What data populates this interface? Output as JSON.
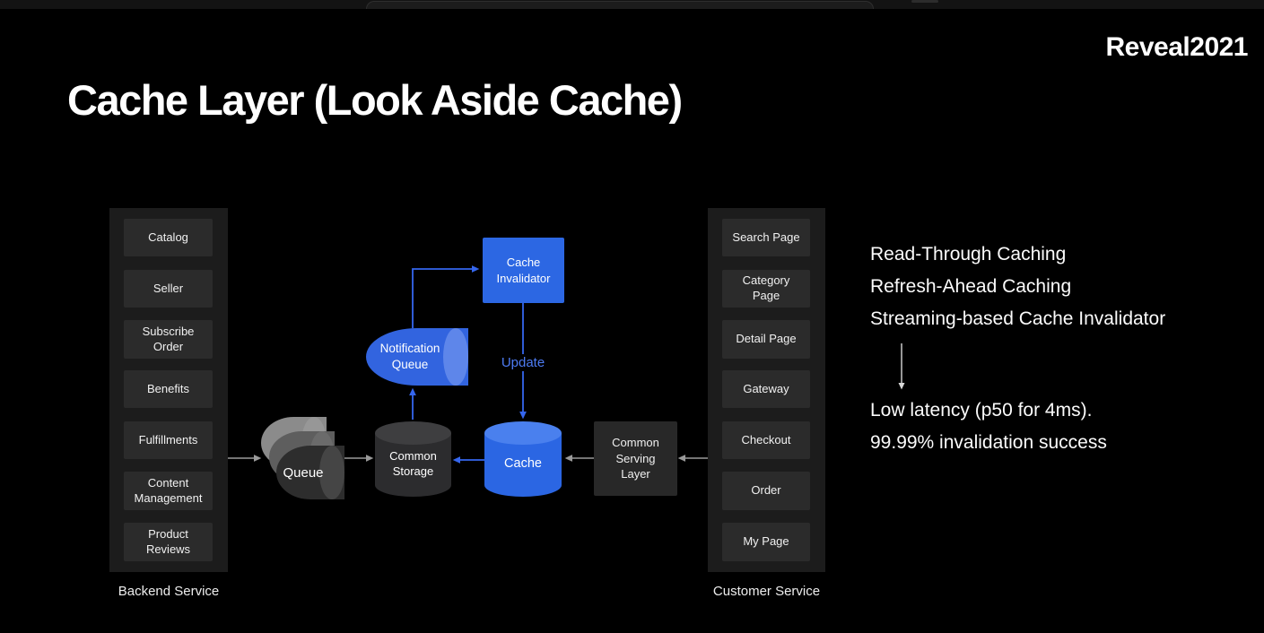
{
  "brand": "Reveal2021",
  "title": "Cache Layer (Look Aside Cache)",
  "diagram": {
    "backend": {
      "caption": "Backend Service",
      "items": [
        "Catalog",
        "Seller",
        "Subscribe Order",
        "Benefits",
        "Fulfillments",
        "Content Management",
        "Product Reviews"
      ]
    },
    "customer": {
      "caption": "Customer Service",
      "items": [
        "Search Page",
        "Category Page",
        "Detail Page",
        "Gateway",
        "Checkout",
        "Order",
        "My Page"
      ]
    },
    "nodes": {
      "queue": "Queue",
      "common_storage": "Common Storage",
      "cache": "Cache",
      "notification_queue": "Notification Queue",
      "cache_invalidator": "Cache Invalidator",
      "common_serving_layer": "Common Serving Layer"
    },
    "edge_labels": {
      "update": "Update"
    }
  },
  "notes": {
    "head": [
      "Read-Through Caching",
      "Refresh-Ahead Caching",
      "Streaming-based Cache Invalidator"
    ],
    "results": [
      "Low latency (p50 for 4ms).",
      "99.99% invalidation success"
    ]
  },
  "colors": {
    "background": "#000000",
    "panel": "#1c1c1c",
    "service_box": "#2b2b2b",
    "accent_blue": "#2c67e3",
    "accent_blue_light": "#4a80ee",
    "arrow_gray": "#9a9a9a",
    "arrow_blue": "#3566ee",
    "update_text": "#4d7bf2"
  }
}
